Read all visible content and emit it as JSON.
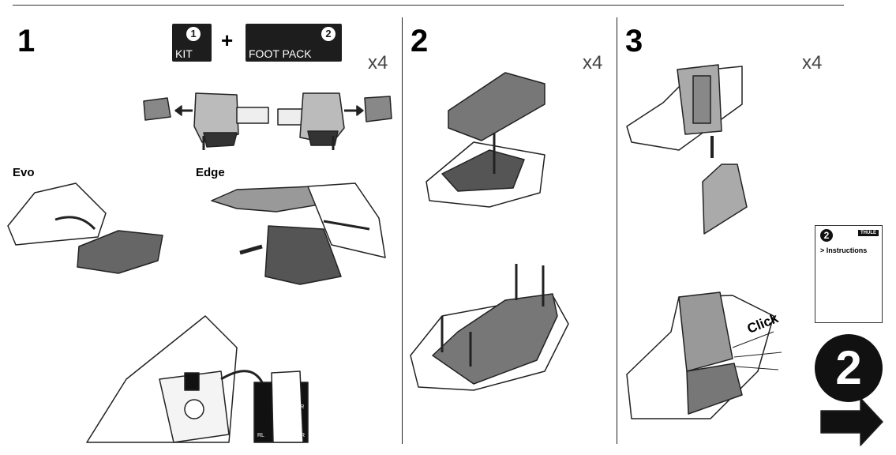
{
  "steps": [
    {
      "number": "1",
      "multiplier": "x4"
    },
    {
      "number": "2",
      "multiplier": "x4"
    },
    {
      "number": "3",
      "multiplier": "x4"
    }
  ],
  "header": {
    "kit_number": "1",
    "kit_label": "KIT",
    "plus": "+",
    "footpack_number": "2",
    "footpack_label": "FOOT PACK"
  },
  "variants": {
    "evo": "Evo",
    "edge": "Edge"
  },
  "position_labels": {
    "fr": "FR",
    "rl": "RL",
    "rr": "RR"
  },
  "click_text": "Click",
  "next_card": {
    "number": "2",
    "brand": "THULE",
    "title": "> Instructions"
  },
  "next_step": {
    "number": "2"
  }
}
